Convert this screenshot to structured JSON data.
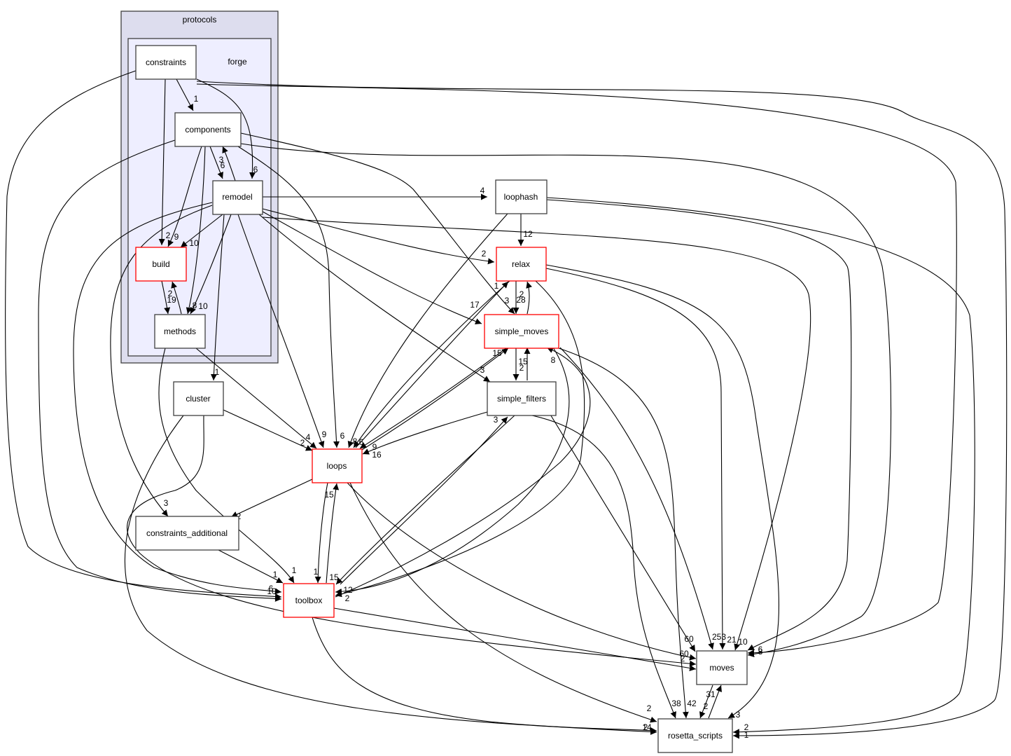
{
  "graph": {
    "clusters": [
      {
        "id": "protocols",
        "label": "protocols",
        "fill": "#ddddee",
        "stroke": "#404040"
      },
      {
        "id": "forge",
        "label": "forge",
        "fill": "#eeeeff",
        "stroke": "#404040"
      }
    ],
    "nodes": [
      {
        "id": "constraints",
        "label": "constraints",
        "highlight": false
      },
      {
        "id": "components",
        "label": "components",
        "highlight": false
      },
      {
        "id": "remodel",
        "label": "remodel",
        "highlight": false
      },
      {
        "id": "build",
        "label": "build",
        "highlight": true
      },
      {
        "id": "methods",
        "label": "methods",
        "highlight": false
      },
      {
        "id": "loophash",
        "label": "loophash",
        "highlight": false
      },
      {
        "id": "relax",
        "label": "relax",
        "highlight": true
      },
      {
        "id": "simple_moves",
        "label": "simple_moves",
        "highlight": true
      },
      {
        "id": "simple_filters",
        "label": "simple_filters",
        "highlight": false
      },
      {
        "id": "cluster",
        "label": "cluster",
        "highlight": false
      },
      {
        "id": "loops",
        "label": "loops",
        "highlight": true
      },
      {
        "id": "constraints_additional",
        "label": "constraints_additional",
        "highlight": false
      },
      {
        "id": "toolbox",
        "label": "toolbox",
        "highlight": true
      },
      {
        "id": "moves",
        "label": "moves",
        "highlight": false
      },
      {
        "id": "rosetta_scripts",
        "label": "rosetta_scripts",
        "highlight": false
      }
    ],
    "edge_labels": {
      "constraints_components": "1",
      "components_remodel": "6",
      "remodel_components": "3",
      "constraints_remodel": "6",
      "constraints_build": "2",
      "components_build": "9",
      "remodel_build": "10",
      "build_methods": "19",
      "methods_build": "2",
      "components_methods": "8",
      "remodel_methods": "10",
      "remodel_loophash": "4",
      "loophash_relax": "12",
      "remodel_relax": "2",
      "loops_relax": "1",
      "components_simple_moves": "3",
      "remodel_simple_moves": "17",
      "relax_simple_moves": "28",
      "simple_moves_relax": "2",
      "loops_simple_moves": "15",
      "simple_moves_simple_filters": "2",
      "simple_filters_simple_moves": "15",
      "toolbox_simple_moves": "8",
      "remodel_simple_filters": "3",
      "toolbox_simple_filters": "3",
      "remodel_cluster": "1",
      "cluster_loops": "2",
      "methods_loops": "4",
      "remodel_loops": "9",
      "components_loops": "6",
      "loophash_loops": "8",
      "relax_loops": "6",
      "simple_moves_loops": "9",
      "simple_filters_loops": "16",
      "remodel_constraints_additional": "3",
      "loops_constraints_additional": "2",
      "constraints_additional_toolbox": "1",
      "methods_toolbox": "1",
      "loops_toolbox": "1",
      "toolbox_loops": "15",
      "simple_moves_toolbox": "12",
      "relax_toolbox": "2",
      "simple_filters_toolbox": "15",
      "constraints_toolbox": "6",
      "components_toolbox": "10",
      "remodel_toolbox": "1",
      "loops_moves": "60",
      "cluster_moves": "60",
      "toolbox_moves": "2",
      "relax_moves": "253",
      "simple_moves_moves": "21",
      "loophash_moves": "10",
      "simple_filters_moves": "8",
      "constraints_moves": "6",
      "components_moves": "8",
      "rosetta_scripts_moves": "31",
      "moves_rosetta_scripts": "2",
      "loops_rosetta_scripts": "2",
      "simple_filters_rosetta_scripts": "38",
      "simple_moves_rosetta_scripts": "42",
      "relax_rosetta_scripts": "3",
      "loophash_rosetta_scripts": "2",
      "constraints_rosetta_scripts": "1",
      "cluster_rosetta_scripts": "2",
      "toolbox_rosetta_scripts": "14"
    }
  }
}
